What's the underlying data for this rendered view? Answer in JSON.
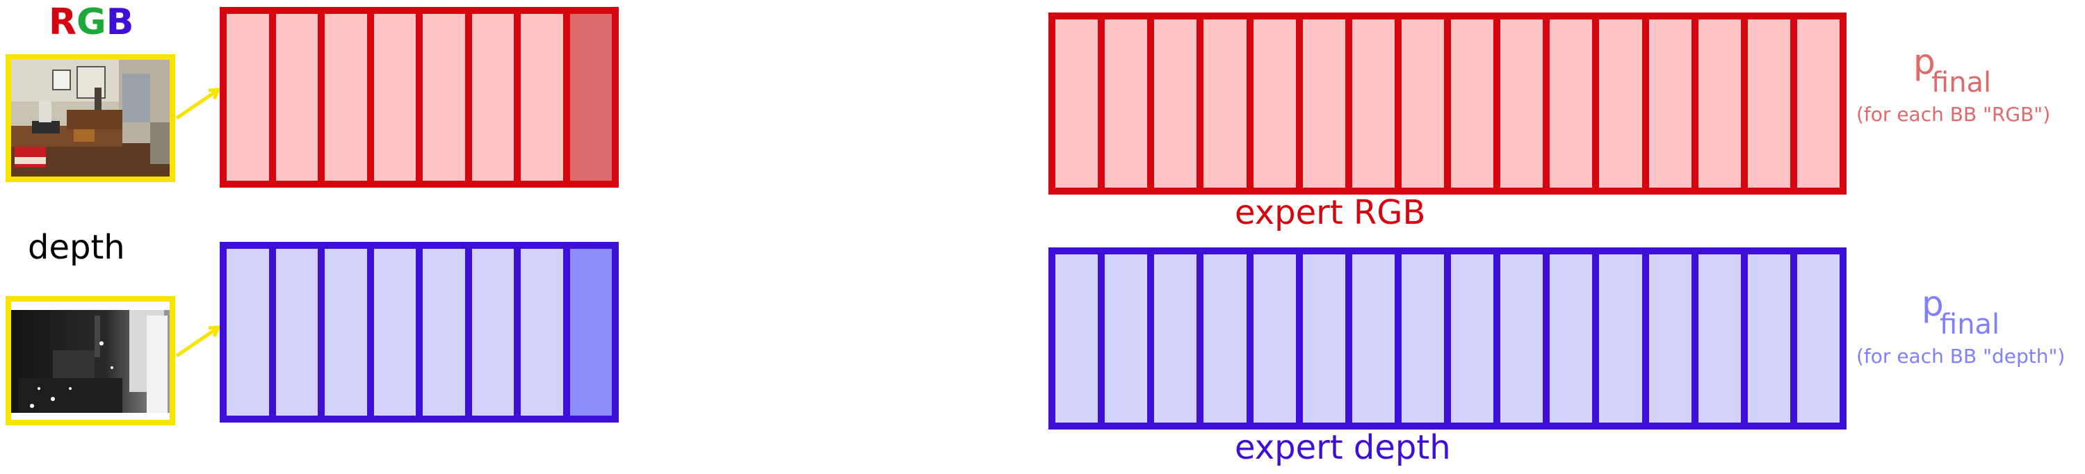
{
  "inputs": {
    "rgb_label": {
      "r": "R",
      "g": "G",
      "b": "B"
    },
    "depth_label": "depth"
  },
  "experts": {
    "rgb": {
      "label": "expert RGB"
    },
    "depth": {
      "label": "expert depth"
    }
  },
  "outputs": {
    "rgb": {
      "p": "p",
      "sub": "final",
      "note": "(for each BB \"RGB\")"
    },
    "depth": {
      "p": "p",
      "sub": "final",
      "note": "(for each BB \"depth\")"
    }
  },
  "colors": {
    "rgb_border": "#d50510",
    "rgb_fill": "#ffc4c6",
    "rgb_highlight": "#dc6b6b",
    "depth_border": "#3e0fd6",
    "depth_fill": "#d3d3fb",
    "depth_highlight": "#8c8cfa",
    "thumb_frame": "#f9e400",
    "rgb_output_text": "#e06a6a",
    "depth_output_text": "#8080ff"
  }
}
